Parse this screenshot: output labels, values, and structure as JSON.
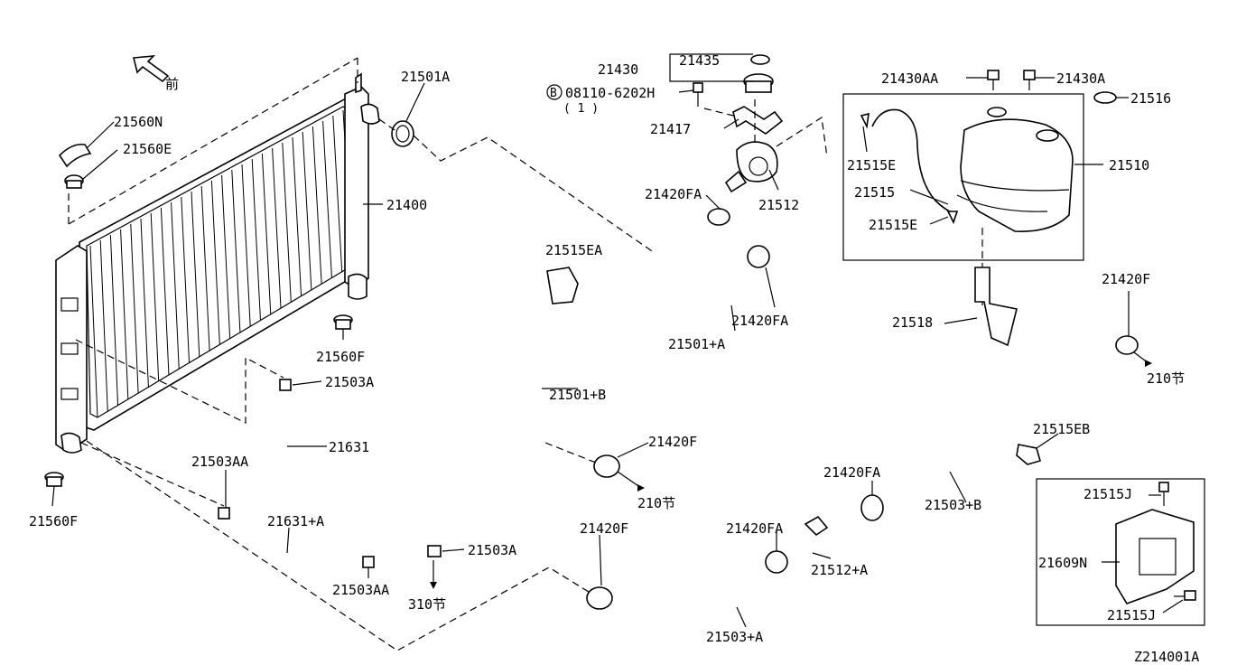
{
  "front_mark": "前",
  "diagram_code": "Z214001A",
  "callouts": {
    "p21501A_top": "21501A",
    "p21560N": "21560N",
    "p21560E": "21560E",
    "p21400": "21400",
    "p21560F_mid": "21560F",
    "p21560F_bottom": "21560F",
    "p21503A_top": "21503A",
    "p21631": "21631",
    "p21503AA_top": "21503AA",
    "p21631A": "21631+A",
    "p21503AA_bottom": "21503AA",
    "p21503A_bottom": "21503A",
    "ref310": "310节",
    "p21430": "21430",
    "p21435": "21435",
    "bolt_code": "08110-6202H",
    "bolt_badge": "B",
    "bolt_qty": "( 1 )",
    "p21417": "21417",
    "p21420FA_top": "21420FA",
    "p21512": "21512",
    "p21515EA": "21515EA",
    "p21420FA_mid": "21420FA",
    "p21501A_plus": "21501+A",
    "p21501B": "21501+B",
    "p21420F_mid": "21420F",
    "ref210_mid": "210节",
    "p21430AA": "21430AA",
    "p21430A": "21430A",
    "p21516": "21516",
    "p21515E_top": "21515E",
    "p21515": "21515",
    "p21515E_bottom": "21515E",
    "p21510": "21510",
    "p21518": "21518",
    "p21420F_right": "21420F",
    "ref210_right": "210节",
    "p21515EB": "21515EB",
    "p21420FA_low": "21420FA",
    "p21503B": "21503+B",
    "p21420FA_bottom": "21420FA",
    "p21512A": "21512+A",
    "p21420F_bottom": "21420F",
    "p21503A_plus": "21503+A",
    "p21515J_top": "21515J",
    "p21609N": "21609N",
    "p21515J_bottom": "21515J"
  }
}
